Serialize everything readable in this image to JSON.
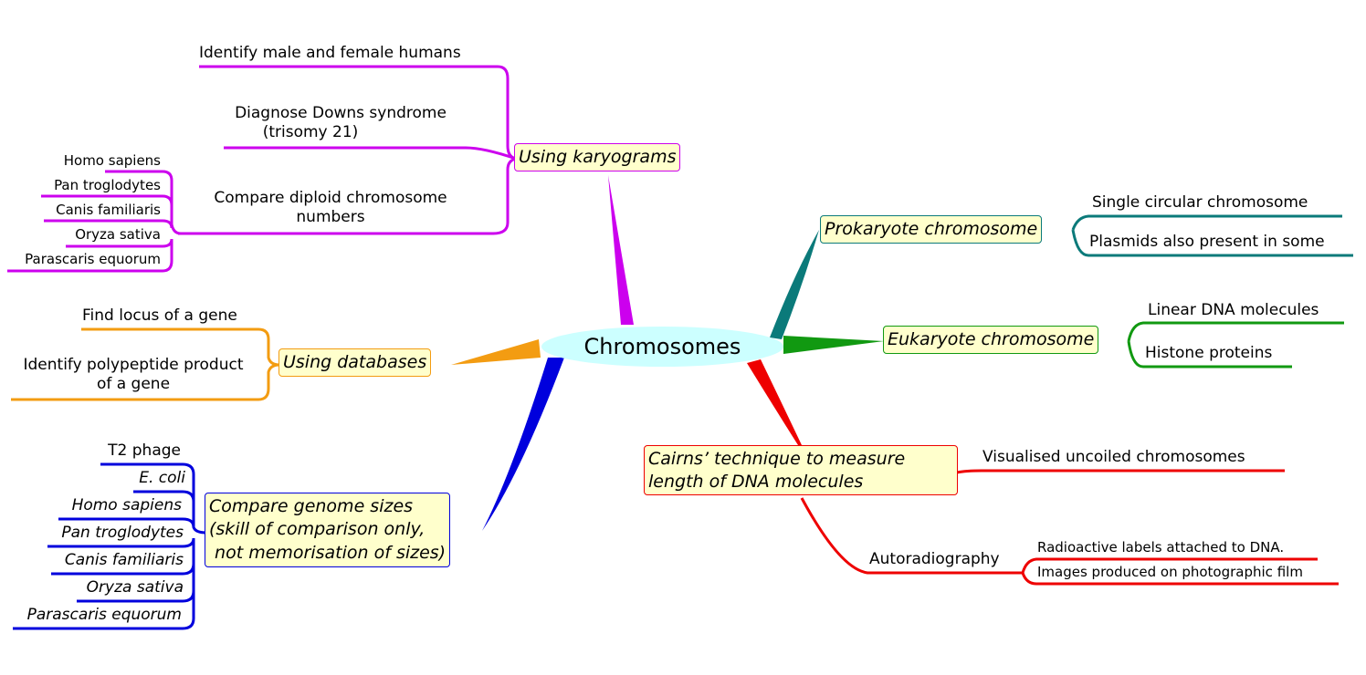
{
  "colors": {
    "karyograms": "#cc00ee",
    "databases": "#f39c12",
    "genome": "#0000dd",
    "prokaryote": "#0b7a7a",
    "eukaryote": "#119911",
    "cairns": "#ee0000",
    "center_fill": "#ccffff",
    "box_fill": "#ffffcc"
  },
  "central": {
    "label": "Chromosomes"
  },
  "branches": {
    "karyograms": {
      "label": "Using karyograms",
      "children": [
        {
          "label": "Identify male and female humans"
        },
        {
          "label": "Diagnose Downs syndrome\n(trisomy 21)",
          "line1": "Diagnose Downs syndrome",
          "line2": "(trisomy 21)"
        },
        {
          "label": "Compare diploid chromosome numbers",
          "line1": "Compare diploid chromosome",
          "line2": "numbers",
          "children": [
            "Homo sapiens",
            "Pan troglodytes",
            "Canis familiaris",
            "Oryza sativa",
            "Parascaris equorum"
          ]
        }
      ]
    },
    "databases": {
      "label": "Using databases",
      "children": [
        {
          "label": "Find locus of a gene"
        },
        {
          "label": "Identify polypeptide product of a gene",
          "line1": "Identify polypeptide product",
          "line2": "of a gene"
        }
      ]
    },
    "genome": {
      "line1": "Compare genome sizes",
      "line2": "(skill of comparison only,",
      "line3": " not memorisation of sizes)",
      "children": [
        "T2 phage",
        "E. coli",
        "Homo sapiens",
        "Pan troglodytes",
        "Canis familiaris",
        "Oryza sativa",
        "Parascaris equorum"
      ]
    },
    "prokaryote": {
      "label": "Prokaryote chromosome",
      "children": [
        "Single circular chromosome",
        "Plasmids also present in some"
      ]
    },
    "eukaryote": {
      "label": "Eukaryote chromosome",
      "children": [
        "Linear DNA molecules",
        "Histone proteins"
      ]
    },
    "cairns": {
      "line1": "Cairns’ technique to measure",
      "line2": "length of DNA molecules",
      "children": [
        {
          "label": "Visualised uncoiled chromosomes"
        },
        {
          "label": "Autoradiography",
          "children": [
            "Radioactive labels attached to DNA.",
            "Images produced on photographic film"
          ]
        }
      ]
    }
  }
}
